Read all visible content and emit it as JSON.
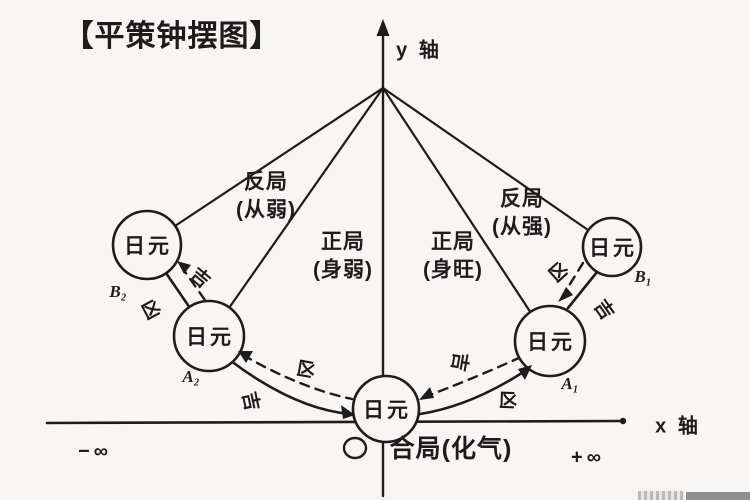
{
  "title": "【平策钟摆图】",
  "axes": {
    "y_label": "y 轴",
    "x_label": "x 轴",
    "neg_infinity": "−∞",
    "pos_infinity": "+∞"
  },
  "regions": {
    "left_outer_line1": "反局",
    "left_outer_line2": "(从弱)",
    "left_inner_line1": "正局",
    "left_inner_line2": "(身弱)",
    "right_inner_line1": "正局",
    "right_inner_line2": "(身旺)",
    "right_outer_line1": "反局",
    "right_outer_line2": "(从强)"
  },
  "node_label": "日元",
  "points": {
    "b2": "B₂",
    "a2": "A₂",
    "a1": "A₁",
    "b1": "B₁"
  },
  "path_labels": {
    "ji": "吉",
    "xiong": "凶"
  },
  "bottom_label": "合局(化气)",
  "colors": {
    "ink": "#1c1c1c",
    "paper": "#f7f6f2"
  }
}
